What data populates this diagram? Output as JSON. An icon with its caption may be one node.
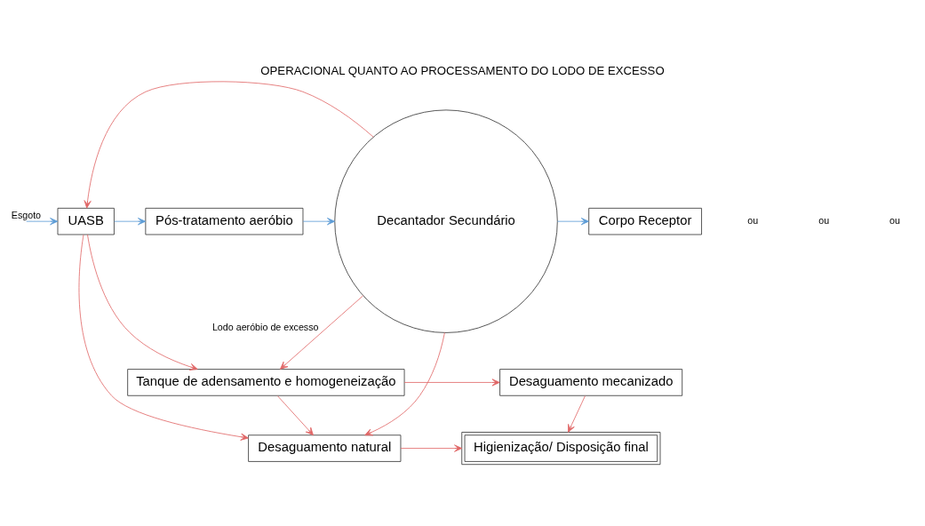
{
  "diagram": {
    "title": "OPERACIONAL QUANTO AO PROCESSAMENTO DO LODO DE EXCESSO",
    "nodes": [
      {
        "text": [
          "UASB"
        ]
      },
      {
        "text": [
          "Pós-tratamento aeróbio"
        ]
      },
      {
        "text": [
          "Decantador Secundário"
        ]
      },
      {
        "text": [
          "Corpo Receptor"
        ]
      },
      {
        "text": [
          "Tanque de adensamento e homogeneização"
        ]
      },
      {
        "text": [
          "Desaguamento mecanizado"
        ]
      },
      {
        "text": [
          "Desaguamento natural"
        ]
      },
      {
        "text": [
          "Higienização/ Disposição final"
        ]
      }
    ],
    "edges": [
      {
        "from": null,
        "to": 0,
        "arrow": "to",
        "label": "Esgoto",
        "color": "#5b9bd5"
      },
      {
        "from": 0,
        "to": 1,
        "arrow": "to",
        "color": "#5b9bd5"
      },
      {
        "from": 1,
        "to": 2,
        "arrow": "to",
        "color": "#5b9bd5"
      },
      {
        "from": 2,
        "to": 3,
        "arrow": "to",
        "color": "#5b9bd5"
      },
      {
        "from": 2,
        "to": 4,
        "arrow": "to",
        "label": "Lodo aeróbio de excesso"
      },
      {
        "from": 2,
        "to": 0,
        "arrow": "to"
      },
      {
        "from": 2,
        "to": 6,
        "arrow": "to"
      },
      {
        "from": 0,
        "to": 4,
        "arrow": "to"
      },
      {
        "from": 0,
        "to": 6,
        "arrow": "to"
      },
      {
        "from": 4,
        "to": 5,
        "arrow": "to"
      },
      {
        "from": 4,
        "to": 6,
        "arrow": "to"
      },
      {
        "from": 5,
        "to": 7,
        "arrow": "to"
      },
      {
        "from": 6,
        "to": 7,
        "arrow": "to"
      }
    ],
    "labels": [
      "ou",
      "ou",
      "ou"
    ]
  }
}
